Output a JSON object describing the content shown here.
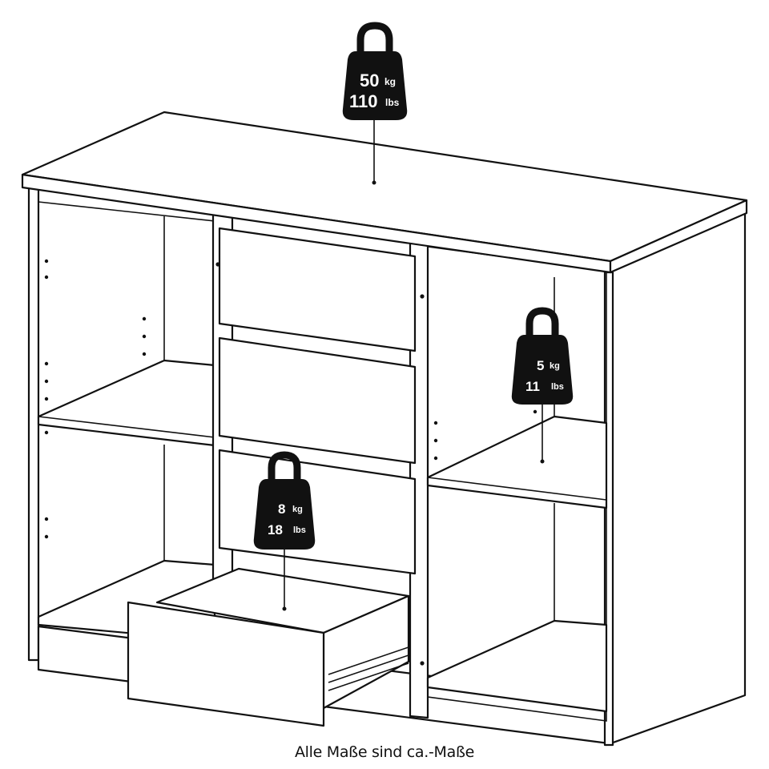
{
  "caption": "Alle Maße sind ca.-Maße",
  "weights": [
    {
      "id": "top",
      "value_primary": "50",
      "unit_primary": "kg",
      "value_secondary": "110",
      "unit_secondary": "lbs"
    },
    {
      "id": "shelf",
      "value_primary": "5",
      "unit_primary": "kg",
      "value_secondary": "11",
      "unit_secondary": "lbs"
    },
    {
      "id": "drawer",
      "value_primary": "8",
      "unit_primary": "kg",
      "value_secondary": "18",
      "unit_secondary": "lbs"
    }
  ],
  "icons": [
    "weight-icon"
  ],
  "colors": {
    "line": "#111111",
    "weight_fill": "#111111",
    "background": "#ffffff"
  }
}
